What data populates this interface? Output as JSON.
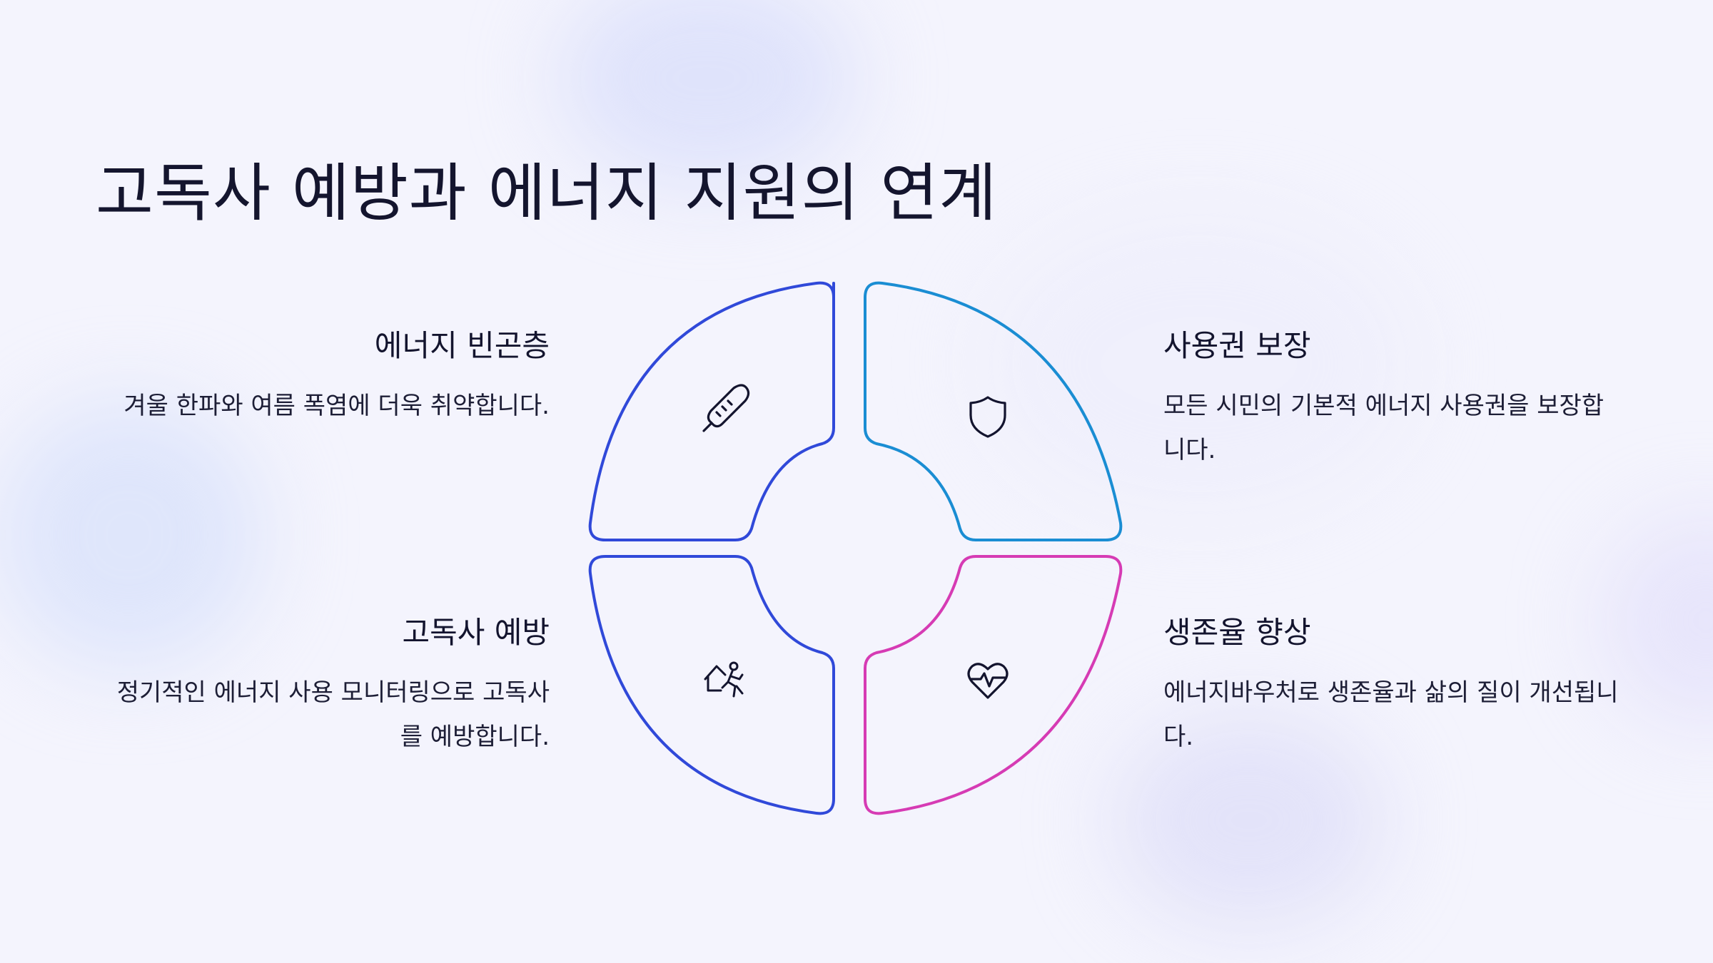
{
  "title": "고독사 예방과 에너지 지원의 연계",
  "colors": {
    "blue": "#3049d9",
    "cyan": "#1a8dd3",
    "magenta": "#d63bb4",
    "text": "#13142e"
  },
  "items": [
    {
      "position": "top-left",
      "title": "에너지 빈곤층",
      "desc": "겨울 한파와 여름 폭염에 더욱 취약합니다.",
      "icon": "thermometer-icon"
    },
    {
      "position": "top-right",
      "title": "사용권 보장",
      "desc": "모든 시민의 기본적 에너지 사용권을 보장합니다.",
      "icon": "shield-icon"
    },
    {
      "position": "bottom-left",
      "title": "고독사 예방",
      "desc": "정기적인 에너지 사용 모니터링으로 고독사를 예방합니다.",
      "icon": "person-home-icon"
    },
    {
      "position": "bottom-right",
      "title": "생존율 향상",
      "desc": "에너지바우처로 생존율과 삶의 질이 개선됩니다.",
      "icon": "heartbeat-icon"
    }
  ]
}
